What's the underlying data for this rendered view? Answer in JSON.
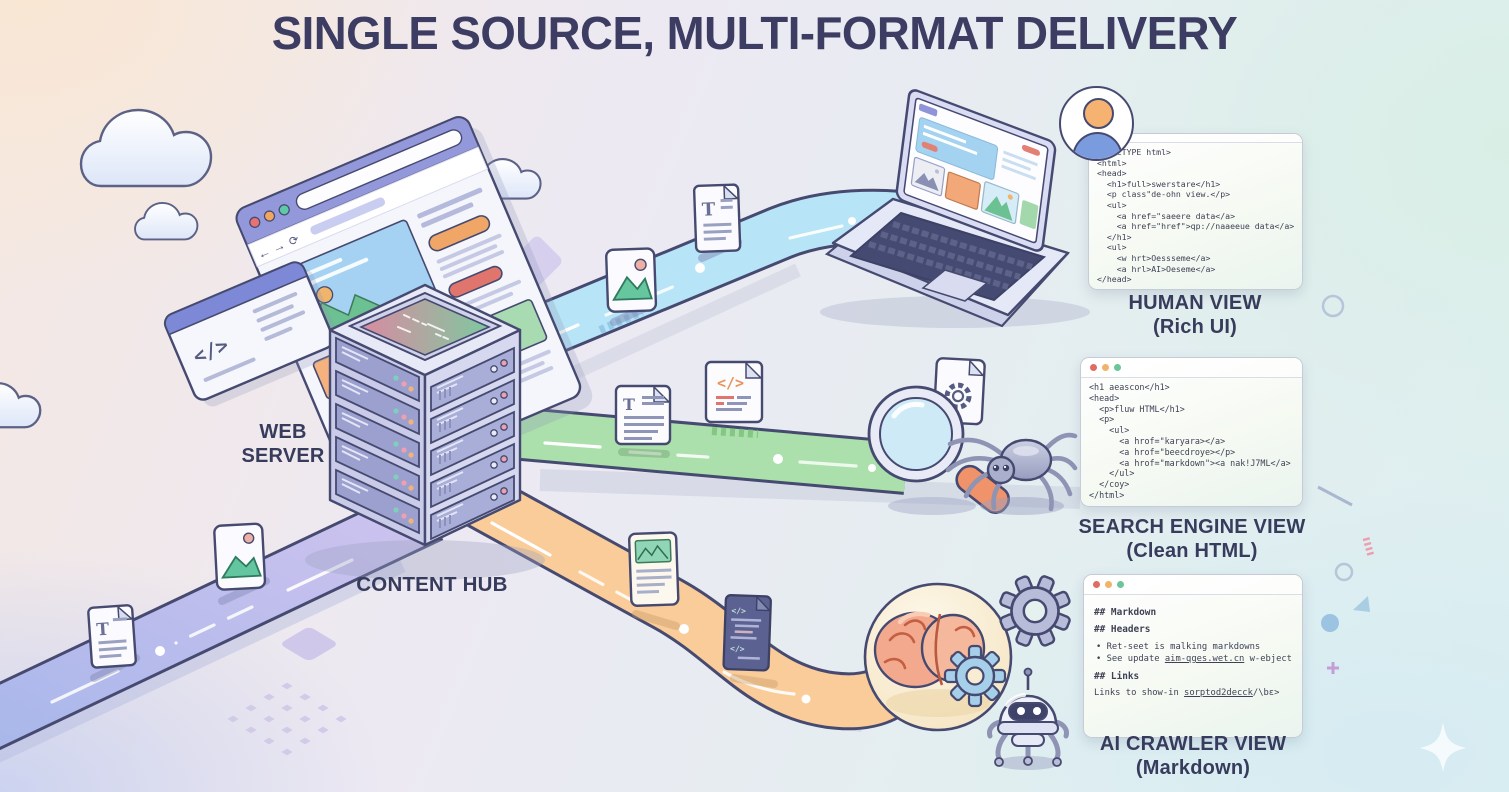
{
  "title": "SINGLE SOURCE, MULTI-FORMAT DELIVERY",
  "labels": {
    "web_server_line1": "WEB",
    "web_server_line2": "SERVER",
    "content_hub": "CONTENT HUB"
  },
  "glyphs": {
    "code": "</>",
    "letter_t": "T",
    "back": "←",
    "forward": "→",
    "reload": "⟳",
    "bullet": "•"
  },
  "colors": {
    "outline": "#464a70",
    "title": "#3d3d63",
    "path_human_blue": "#b7e4f6",
    "path_search_green": "#abdfab",
    "path_ai_orange": "#f9cc99",
    "path_left_purple": "#c5bce9",
    "traffic_red": "#e06c63",
    "traffic_yellow": "#f2b26a",
    "traffic_green": "#6cc59a"
  },
  "views": {
    "human": {
      "title": "HUMAN VIEW",
      "subtitle": "(Rich UI)",
      "code": [
        "<!DOCTYPE html>",
        "<html>",
        "<head>",
        "  <h1>full>swerstare</h1>",
        "  <p class\"de-ohn view.</p>",
        "  <ul>",
        "    <a href=\"saeere data</a>",
        "    <a href=\"href\">qp://naaeeue data</a>",
        "  </h1>",
        "  <ul>",
        "    <w hrt>Oessseme</a>",
        "    <a hrl>AI>Oeseme</a>",
        "</head>"
      ]
    },
    "search": {
      "title": "SEARCH ENGINE VIEW",
      "subtitle": "(Clean HTML)",
      "code": [
        "<h1 aeascon</h1>",
        "<head>",
        "  <p>fluw HTML</h1>",
        "  <p>",
        "    <ul>",
        "      <a hrof=\"karyara></a>",
        "      <a hrof=\"beecdroye></p>",
        "      <a hrof=\"markdown\"><a nak!J7ML</a>",
        "    </ul>",
        "  </coy>",
        "</html>"
      ]
    },
    "ai": {
      "title": "AI CRAWLER VIEW",
      "subtitle": "(Markdown)",
      "md": {
        "h1": "## Markdown",
        "h2": "## Headers",
        "bullet1": "Ret-seet is malking markdowns",
        "bullet2_pre": "See update ",
        "bullet2_link": "aim-qges.wet.cn",
        "bullet2_post": " w-ebject",
        "h3": "## Links",
        "links_pre": "Links to show-in ",
        "links_link": "sorptod2decck",
        "links_post": "/\\bɛ>"
      }
    }
  }
}
